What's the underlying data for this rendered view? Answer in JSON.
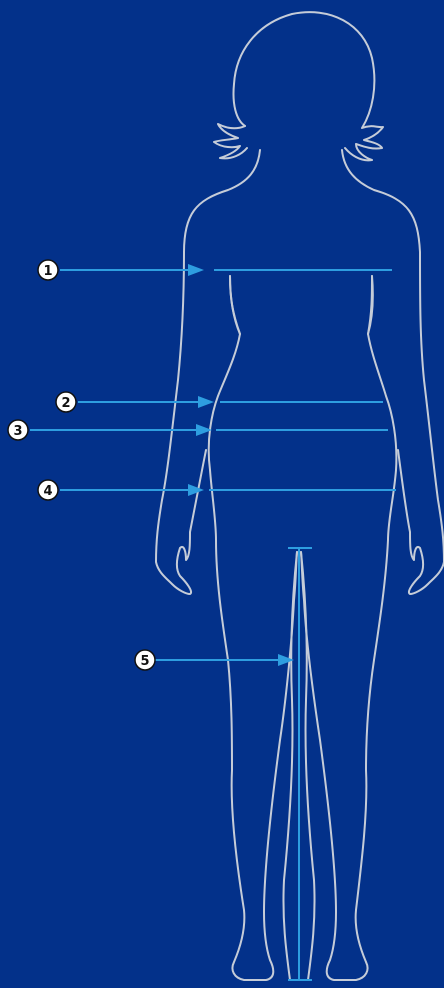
{
  "colors": {
    "background": "#03318a",
    "outline": "#c5ccd8",
    "measure_line": "#2e9ee0",
    "badge_fill": "#ffffff",
    "badge_text": "#111111"
  },
  "markers": [
    {
      "label": "1"
    },
    {
      "label": "2"
    },
    {
      "label": "3"
    },
    {
      "label": "4"
    },
    {
      "label": "5"
    }
  ]
}
